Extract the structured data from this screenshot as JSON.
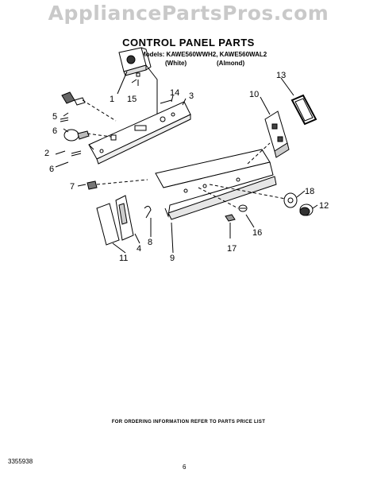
{
  "watermark": "AppliancePartsPros.com",
  "title": "CONTROL PANEL PARTS",
  "models_line": "For Models: KAWE560WWH2, KAWE560WAL2",
  "color_white": "(White)",
  "color_almond": "(Almond)",
  "footer": "FOR ORDERING INFORMATION REFER TO PARTS PRICE LIST",
  "doc_number": "3355938",
  "page_number": "6",
  "callouts": [
    "1",
    "2",
    "3",
    "4",
    "5",
    "6",
    "6",
    "7",
    "8",
    "9",
    "10",
    "11",
    "12",
    "13",
    "14",
    "15",
    "16",
    "17",
    "18"
  ]
}
